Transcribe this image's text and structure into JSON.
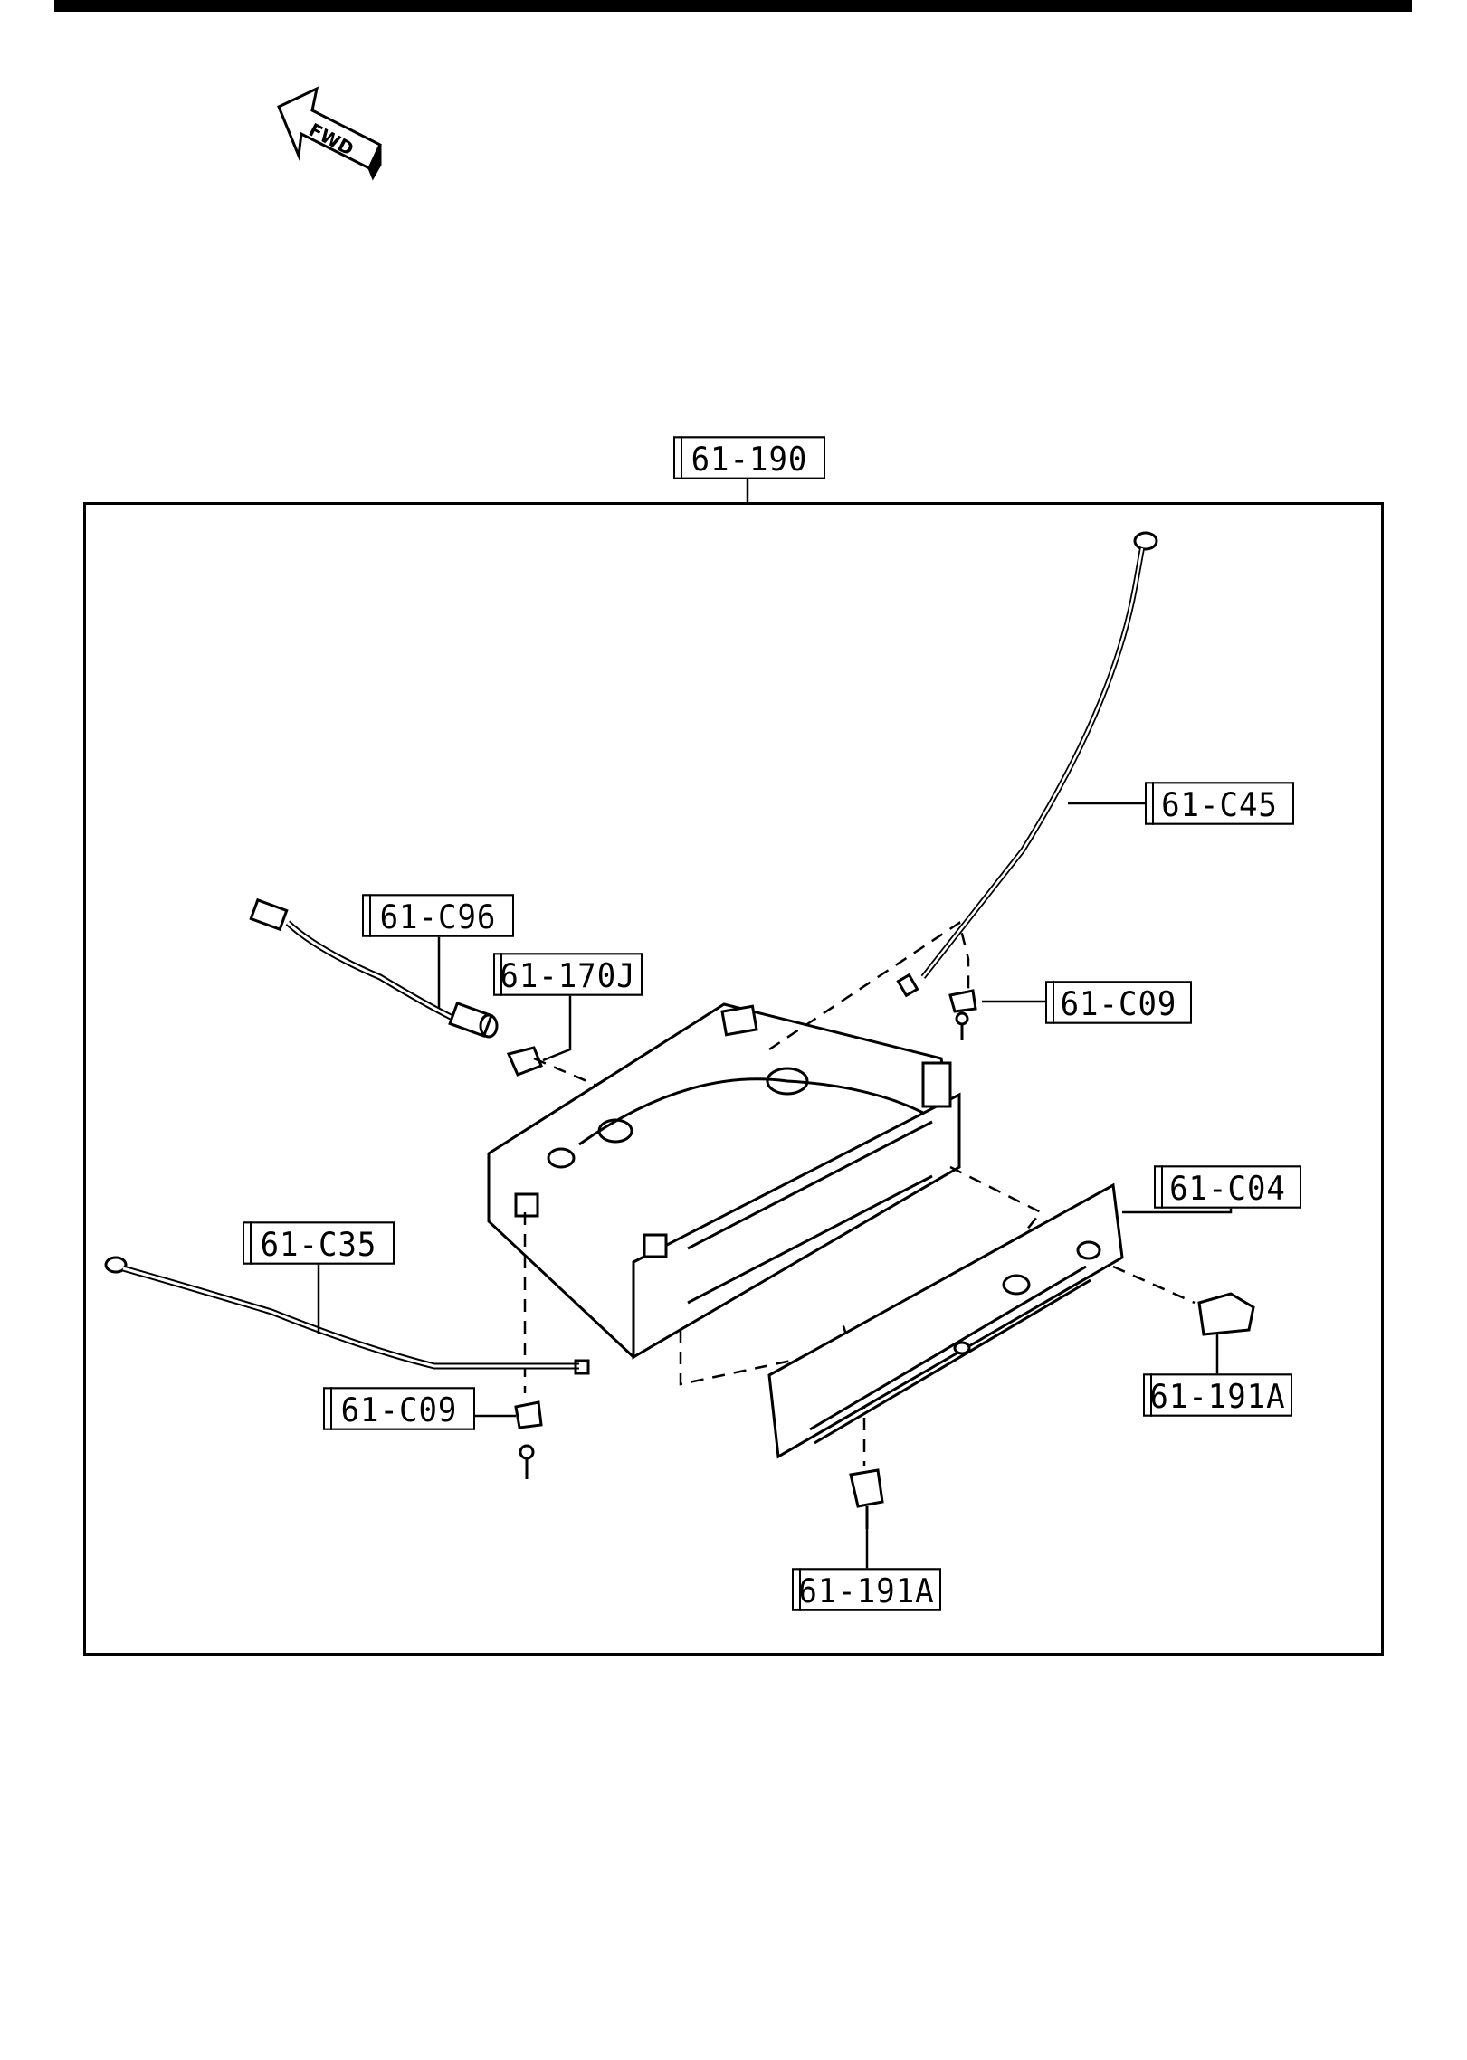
{
  "fwd_badge": {
    "label": "FWD",
    "icon": "forward-direction-arrow-icon"
  },
  "callouts": {
    "assembly": "61-190",
    "cable_upper": "61-C45",
    "wire_harness": "61-C96",
    "bulb_socket": "61-170J",
    "clip_upper": "61-C09",
    "panel": "61-C04",
    "cable_lower": "61-C35",
    "clip_lower": "61-C09",
    "knob_right": "61-191A",
    "knob_bottom": "61-191A"
  }
}
